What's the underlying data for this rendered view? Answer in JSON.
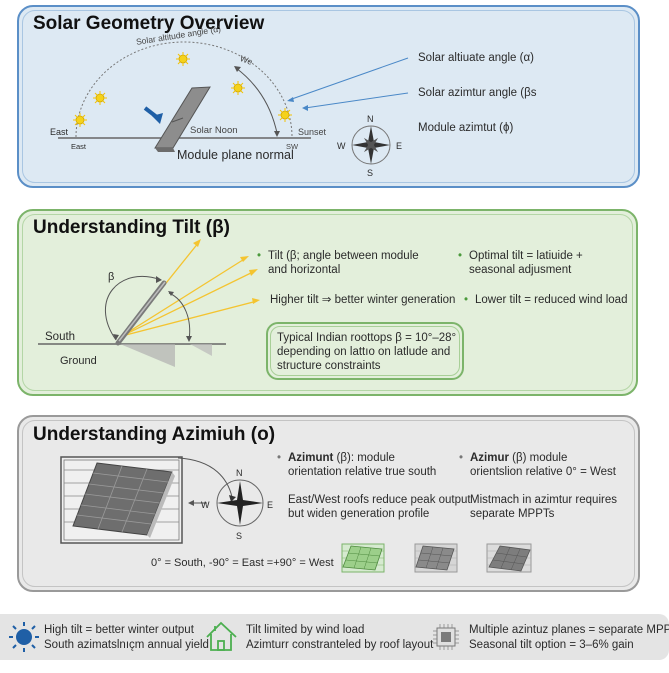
{
  "colors": {
    "geometry_border": "#5b8fc7",
    "geometry_bg": "#dde9f3",
    "tilt_border": "#7cb46a",
    "tilt_bg": "#e3efdb",
    "azimuth_border": "#9a9a9a",
    "azimuth_bg": "#e9e9e9",
    "sun": "#f5d21a",
    "arrow_blue": "#1f5fa6",
    "ray_yellow": "#f4c430",
    "bullet_green": "#4b9a3c",
    "house_green": "#4caf50",
    "footer_sun_blue": "#1f5fa6"
  },
  "geometry": {
    "title": "Solar Geometry Overview",
    "arc_label": "Solar altitude angle (α)",
    "we_label": "We",
    "east_label_upper": "East",
    "east_label_lower": "East",
    "solar_noon_label": "Solar Noon",
    "sunset_label": "Sunset",
    "sw_label": "SW",
    "module_plane_label": "Module plane normal",
    "compass": {
      "n": "N",
      "e": "E",
      "s": "S",
      "w": "W"
    },
    "legend": [
      {
        "text": "Solar altiuate angle (α)"
      },
      {
        "text": "Solar azimtur angle (βs"
      },
      {
        "text": "Module azimtut (ϕ)"
      }
    ]
  },
  "tilt": {
    "title": "Understanding Tilt (β)",
    "beta_label": "β",
    "south_label": "South",
    "ground_label": "Ground",
    "bullets": [
      {
        "line1": "Tilt (β; angle between module",
        "line2": "and horizontal"
      },
      {
        "line1": "Optimal tilt = latiuide +",
        "line2": "seasonal adjusment"
      },
      {
        "line1": "Higher tilt ⇒ better winter generation",
        "line2": ""
      },
      {
        "line1": "Lower tilt = reduced wind load",
        "line2": ""
      }
    ],
    "note": {
      "line1": "Typical Indian roottops β = 10°–28°",
      "line2": "depending on lattıo on latlude and",
      "line3": "structure constraints"
    }
  },
  "azimuth": {
    "title": "Understanding Azimiuh (ο)",
    "compass": {
      "n": "N",
      "e": "E",
      "s": "S",
      "w": "W"
    },
    "bullets": [
      {
        "bold": "Azimunt",
        "rest": " (β): module",
        "line2": "orientation relative true south"
      },
      {
        "bold": "Azimur",
        "rest": " (β) module",
        "line2": "orientslion relative 0° = West"
      }
    ],
    "notes": [
      {
        "line1": "East/West roofs reduce peak output",
        "line2": "but widen generation profile"
      },
      {
        "line1": "Mistmach in azimtur requires",
        "line2": "separate MPPTs"
      }
    ],
    "convention": "0° = South, -90° = East =+90° = West"
  },
  "footer": {
    "items": [
      {
        "icon": "sun-icon",
        "line1": "High tilt = better winter output",
        "line2": "South azimatslnıc̨m annual yield"
      },
      {
        "icon": "house-icon",
        "line1": "Tilt limited by wind load",
        "line2": "Azimturr constranteled by roof layout"
      },
      {
        "icon": "chip-icon",
        "line1": "Multiple azintuz planes = separate MPPT",
        "line2": "Seasonal tilt option = 3–6% gain"
      }
    ]
  }
}
